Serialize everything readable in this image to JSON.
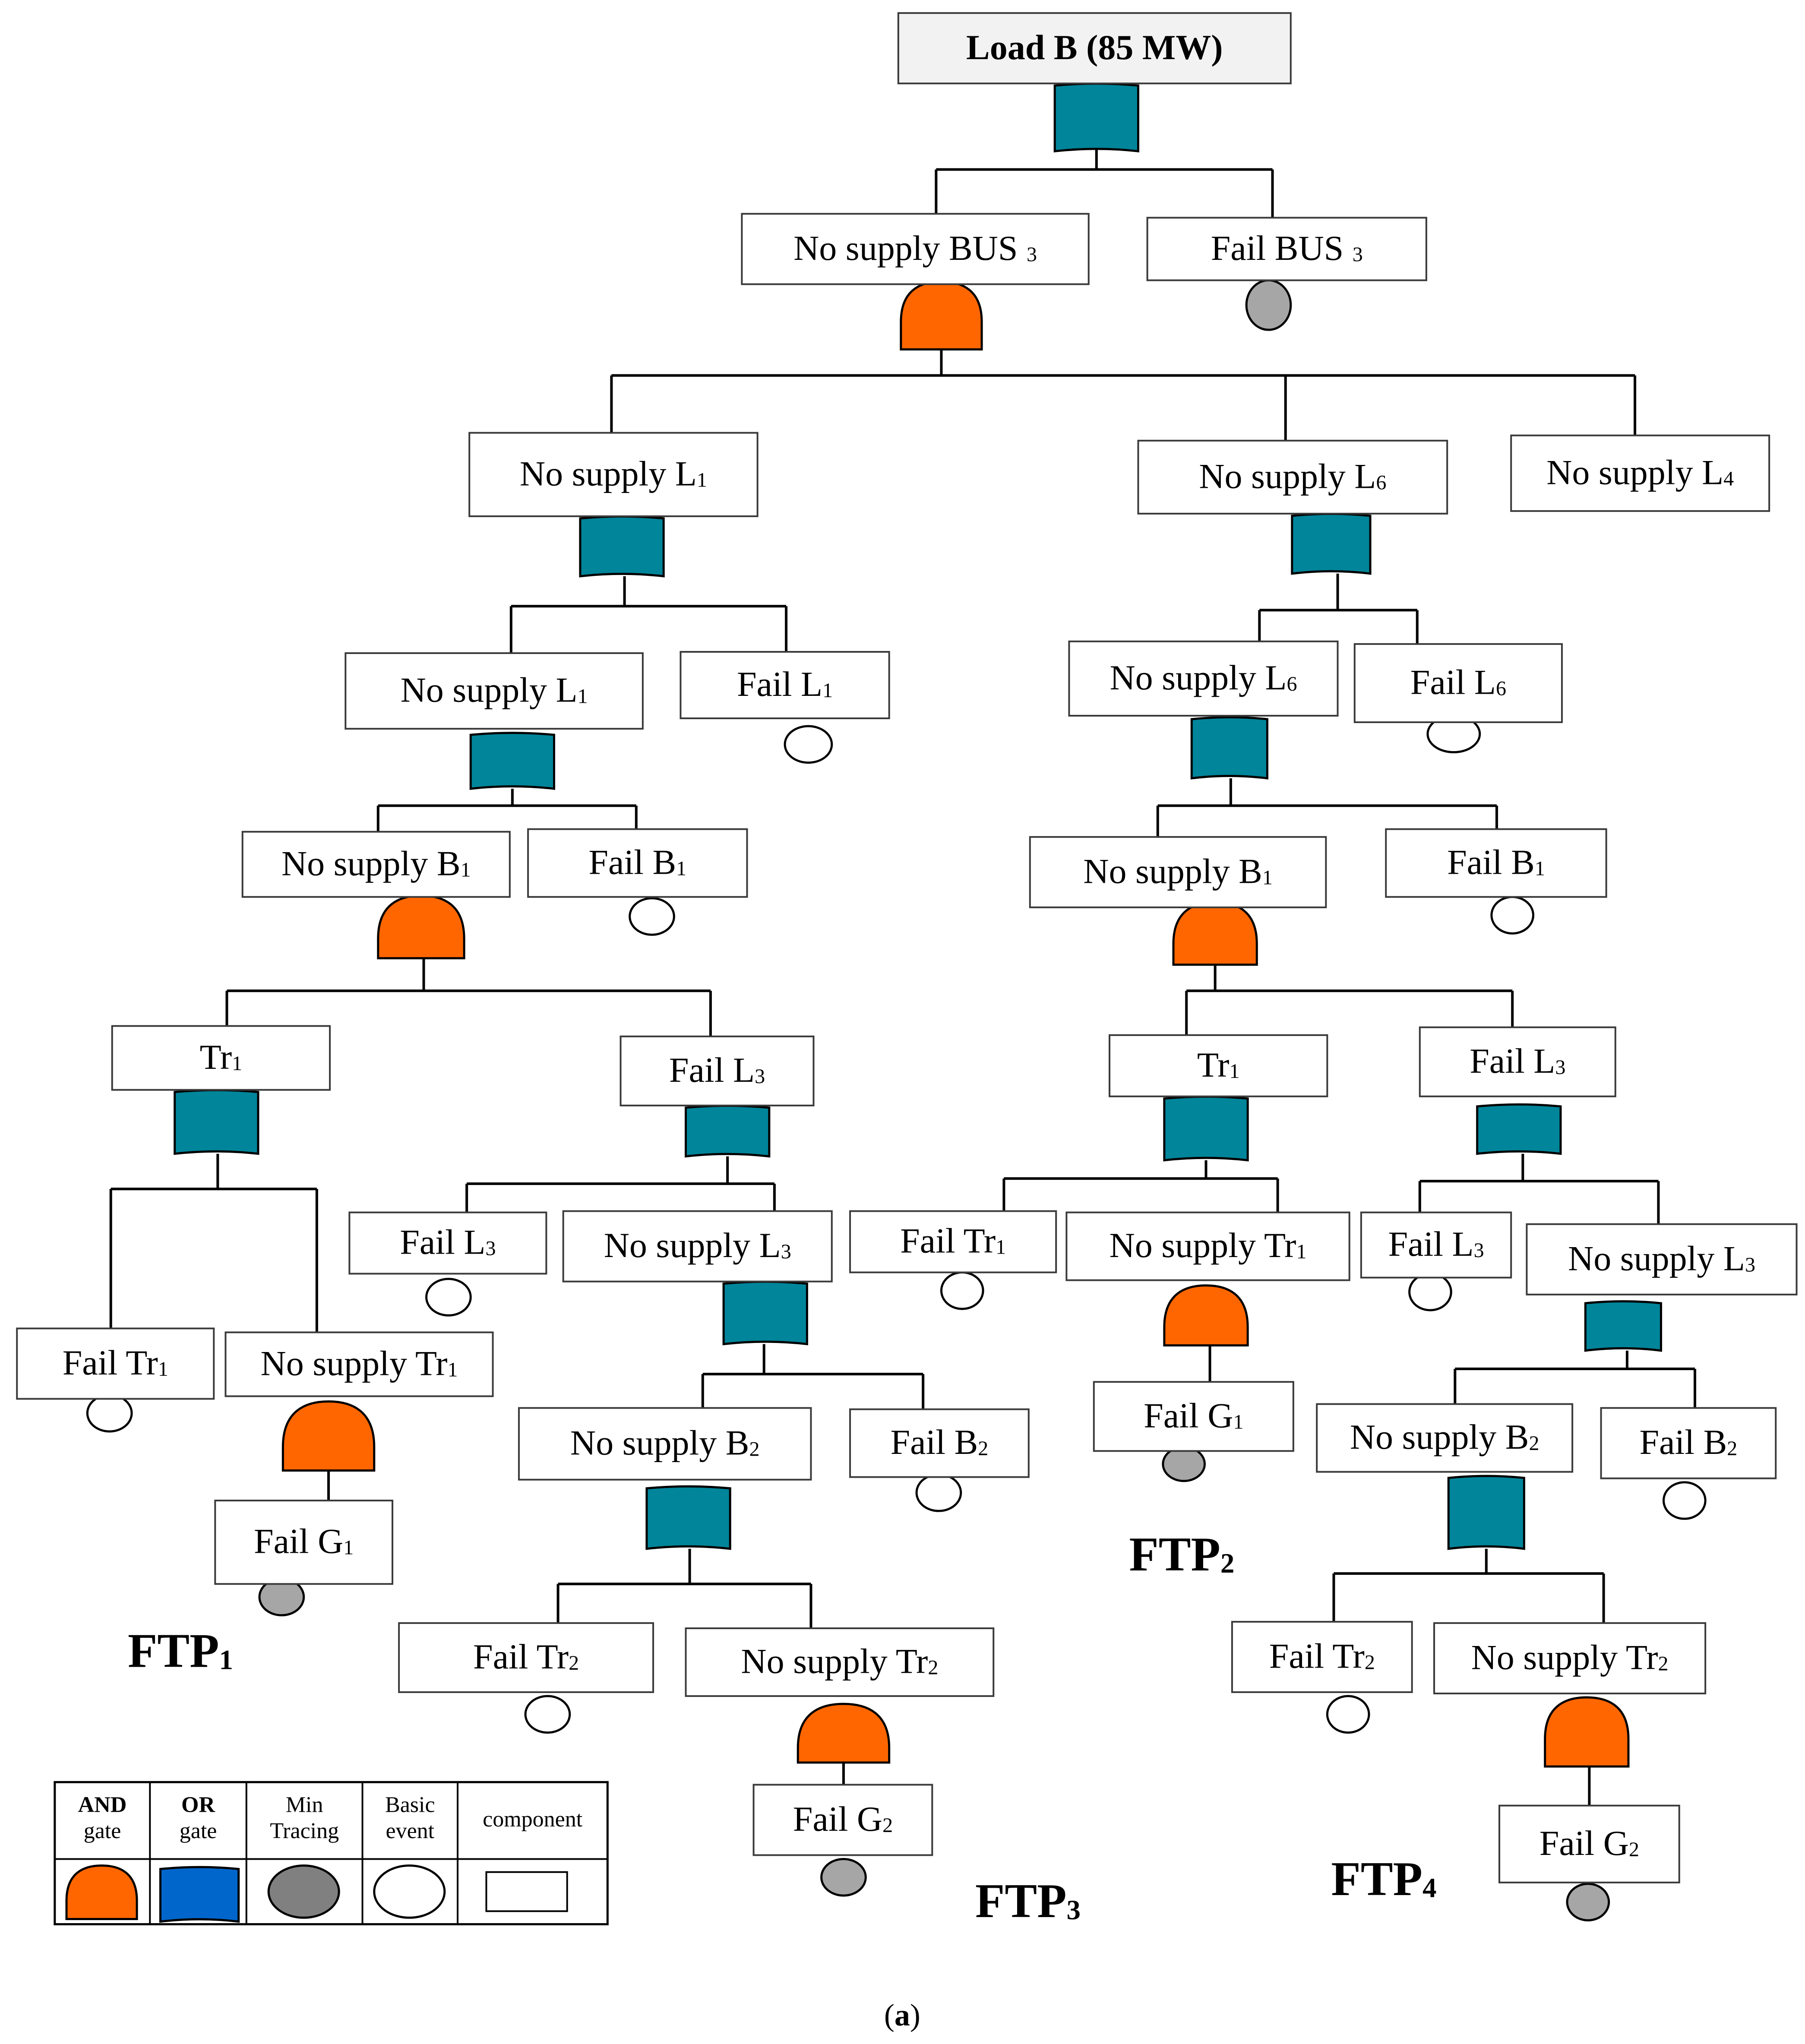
{
  "colors": {
    "or_gate": "#00859A",
    "and_gate": "#FF6600",
    "min_tracing": "#A6A6A6",
    "legend_or": "#0066CC",
    "legend_min": "#808080"
  },
  "nodes": {
    "load_b": {
      "main": "Load B (85 MW)",
      "sub": ""
    },
    "no_supply_bus3": {
      "main": "No supply BUS ",
      "sub": "3"
    },
    "fail_bus3": {
      "main": "Fail BUS ",
      "sub": "3"
    },
    "no_supply_l1_a": {
      "main": "No supply L",
      "sub": "1"
    },
    "no_supply_l6_a": {
      "main": "No supply L",
      "sub": "6"
    },
    "no_supply_l4": {
      "main": "No supply L",
      "sub": "4"
    },
    "no_supply_l1_b": {
      "main": "No supply L",
      "sub": "1"
    },
    "fail_l1": {
      "main": "Fail L",
      "sub": "1"
    },
    "no_supply_l6_b": {
      "main": "No supply L",
      "sub": "6"
    },
    "fail_l6": {
      "main": "Fail L",
      "sub": "6"
    },
    "no_supply_b1_l": {
      "main": "No supply B",
      "sub": "1"
    },
    "fail_b1_l": {
      "main": "Fail B",
      "sub": "1"
    },
    "no_supply_b1_r": {
      "main": "No supply B",
      "sub": "1"
    },
    "fail_b1_r": {
      "main": "Fail B",
      "sub": "1"
    },
    "tr1_l": {
      "main": "Tr",
      "sub": "1"
    },
    "fail_l3_l": {
      "main": "Fail L",
      "sub": "3"
    },
    "tr1_r": {
      "main": "Tr",
      "sub": "1"
    },
    "fail_l3_r": {
      "main": "Fail L",
      "sub": "3"
    },
    "fail_l3_ll": {
      "main": "Fail L",
      "sub": "3"
    },
    "no_supply_l3_l": {
      "main": "No supply L",
      "sub": "3"
    },
    "fail_tr1_r": {
      "main": "Fail Tr",
      "sub": "1"
    },
    "no_supply_tr1_r": {
      "main": "No supply Tr",
      "sub": "1"
    },
    "fail_l3_rr": {
      "main": "Fail L",
      "sub": "3"
    },
    "no_supply_l3_r": {
      "main": "No supply L",
      "sub": "3"
    },
    "fail_tr1_l": {
      "main": "Fail Tr",
      "sub": "1"
    },
    "no_supply_tr1_l": {
      "main": "No supply Tr",
      "sub": "1"
    },
    "no_supply_b2_l": {
      "main": "No supply B",
      "sub": "2"
    },
    "fail_b2_l": {
      "main": "Fail B",
      "sub": "2"
    },
    "fail_g1_r": {
      "main": "Fail G",
      "sub": "1"
    },
    "no_supply_b2_r": {
      "main": "No supply B",
      "sub": "2"
    },
    "fail_b2_r": {
      "main": "Fail B",
      "sub": "2"
    },
    "fail_g1_l": {
      "main": "Fail G",
      "sub": "1"
    },
    "fail_tr2_l": {
      "main": "Fail Tr",
      "sub": "2"
    },
    "no_supply_tr2_l": {
      "main": "No supply Tr",
      "sub": "2"
    },
    "fail_tr2_r": {
      "main": "Fail Tr",
      "sub": "2"
    },
    "no_supply_tr2_r": {
      "main": "No supply Tr",
      "sub": "2"
    },
    "fail_g2_l": {
      "main": "Fail G",
      "sub": "2"
    },
    "fail_g2_r": {
      "main": "Fail G",
      "sub": "2"
    }
  },
  "ftp": {
    "ftp1": {
      "main": "FTP",
      "sub": "1"
    },
    "ftp2": {
      "main": "FTP",
      "sub": "2"
    },
    "ftp3": {
      "main": "FTP",
      "sub": "3"
    },
    "ftp4": {
      "main": "FTP",
      "sub": "4"
    }
  },
  "legend": {
    "and": {
      "line1": "AND",
      "line2": "gate"
    },
    "or": {
      "line1": "OR",
      "line2": "gate"
    },
    "min": {
      "line1": "Min",
      "line2": "Tracing"
    },
    "basic": {
      "line1": "Basic",
      "line2": "event"
    },
    "component": {
      "line1": "component",
      "line2": ""
    }
  },
  "caption": {
    "open": "(",
    "letter": "a",
    "close": ")"
  }
}
